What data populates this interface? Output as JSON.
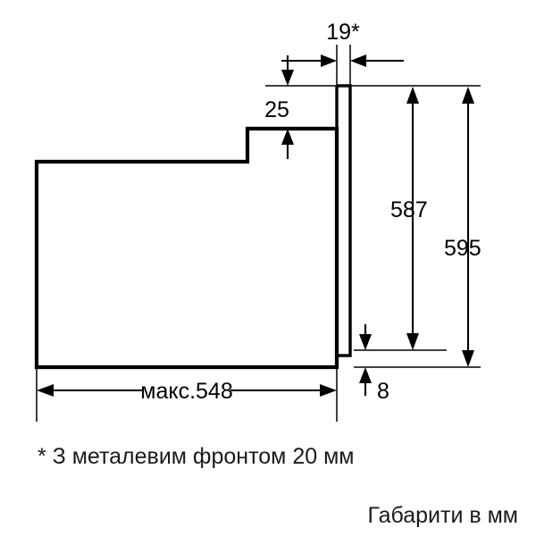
{
  "diagram": {
    "title": "Built-in oven installation dimension drawing",
    "units_note": "Габарити в мм",
    "footnote": "* З металевим фронтом 20 мм",
    "line_color": "#000000",
    "background_color": "#ffffff",
    "dimensions": {
      "front_thickness": "19*",
      "top_step_height": "25",
      "inner_height": "587",
      "outer_height": "595",
      "max_depth": "макс.548",
      "bottom_offset": "8"
    }
  }
}
